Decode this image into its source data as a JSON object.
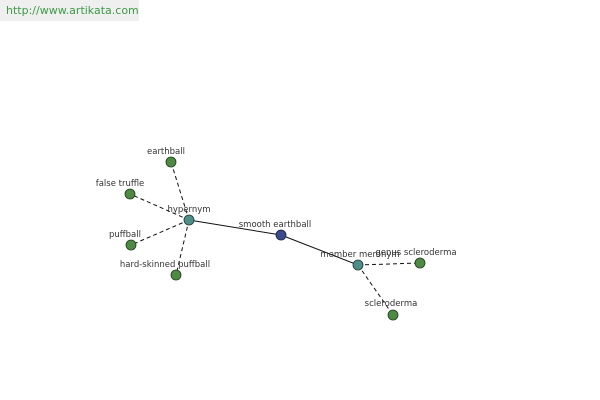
{
  "header": {
    "url": "http://www.artikata.com"
  },
  "colors": {
    "leaf_node": "#4f8a44",
    "relation_node": "#4f8e86",
    "center_node": "#3b4a8c",
    "edge": "#111111"
  },
  "graph": {
    "center": {
      "label": "smooth earthball"
    },
    "relations": {
      "hypernym": {
        "label": "hypernym"
      },
      "member_meronym": {
        "label": "member meronym"
      }
    },
    "nodes": {
      "earthball": {
        "label": "earthball"
      },
      "false_truffle": {
        "label": "false truffle"
      },
      "puffball": {
        "label": "puffball"
      },
      "hard_skinned_puffball": {
        "label": "hard-skinned puffball"
      },
      "genus_scleroderma": {
        "label": "genus scleroderma"
      },
      "scleroderma": {
        "label": "scleroderma"
      }
    }
  }
}
